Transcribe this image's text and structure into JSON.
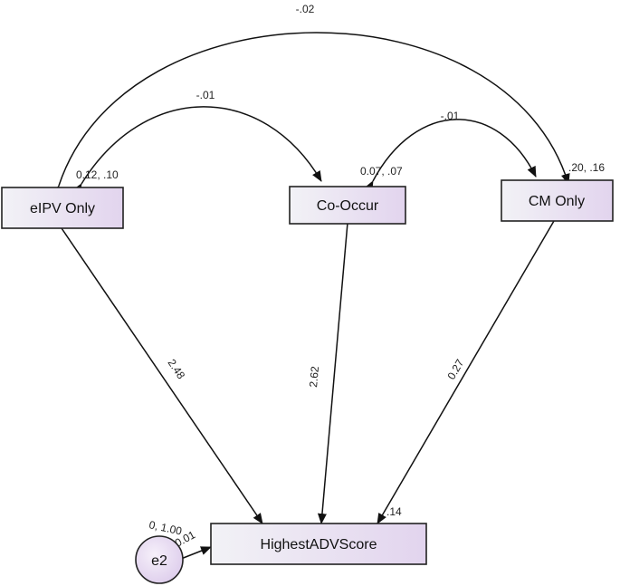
{
  "nodes": {
    "eipv": {
      "label": "eIPV Only",
      "stats": "0.12, .10"
    },
    "cooccur": {
      "label": "Co-Occur",
      "stats": "0.07, .07"
    },
    "cm": {
      "label": "CM Only",
      "stats": ".20, .16"
    },
    "outcome": {
      "label": "HighestADVScore",
      "stats": ".14"
    },
    "error": {
      "label": "e2",
      "stats": "0, 1.00",
      "path_weight": "0.01"
    }
  },
  "covariances": {
    "eipv_cm": "-.02",
    "eipv_cooccur": "-.01",
    "cooccur_cm": "-.01"
  },
  "paths": {
    "eipv_to_outcome": "2.48",
    "cooccur_to_outcome": "2.62",
    "cm_to_outcome": "0.27"
  },
  "colors": {
    "box_fill_left": "#f2f2f6",
    "box_fill_right": "#e2d4ee",
    "stroke": "#111111"
  }
}
